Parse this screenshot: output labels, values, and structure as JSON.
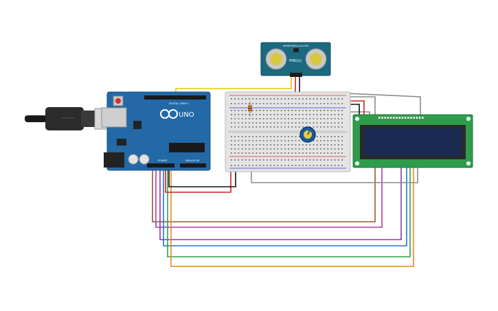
{
  "arduino": {
    "brand": "UNO",
    "header_label": "DIGITAL (PWM~)",
    "power_label": "POWER",
    "analog_label": "ANALOG IN",
    "board_color": "#2369a8"
  },
  "sensor": {
    "model": "PING)))",
    "maker": "WWW.PARALLAX.COM",
    "board_color": "#1a6a80"
  },
  "lcd": {
    "board_color": "#2e9c4b",
    "screen_color": "#1b2a52"
  },
  "breadboard": {
    "color": "#e4e4e4"
  },
  "potentiometer": {
    "color": "#1a5a9a"
  },
  "wire_colors": {
    "brown": "#8b5a2b",
    "magenta": "#b03aa8",
    "purple": "#7a3fb0",
    "blue": "#2a6fd0",
    "green": "#2fa04a",
    "orange": "#e08a1e",
    "gray": "#8a8a8a",
    "red": "#cc2020",
    "black": "#111111",
    "yellow": "#e6c800"
  }
}
